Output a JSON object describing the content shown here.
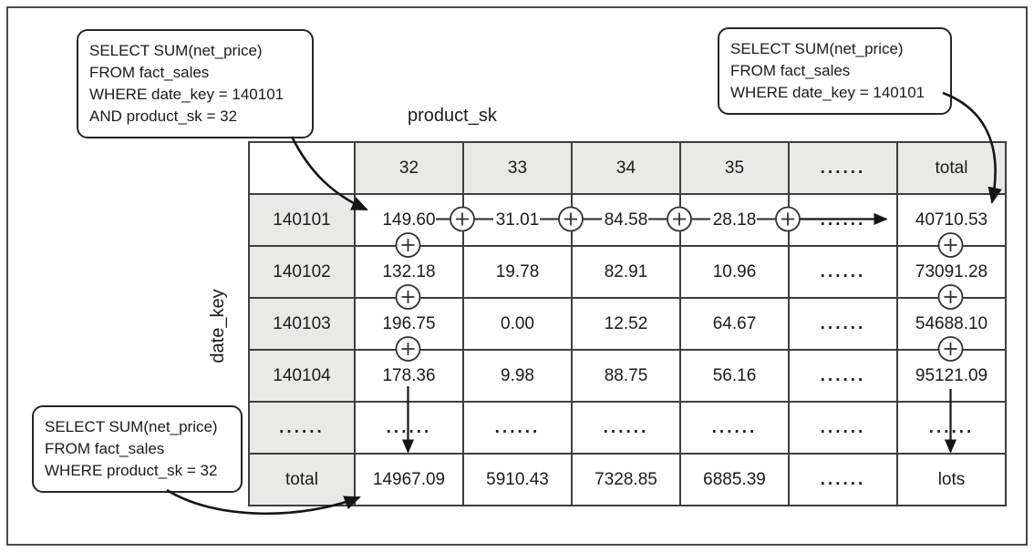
{
  "callouts": {
    "top_left": {
      "lines": [
        "SELECT SUM(net_price)",
        "FROM fact_sales",
        "WHERE date_key = 140101",
        "AND product_sk = 32"
      ]
    },
    "top_right": {
      "lines": [
        "SELECT SUM(net_price)",
        "FROM fact_sales",
        "WHERE date_key = 140101"
      ]
    },
    "bottom_left": {
      "lines": [
        "SELECT SUM(net_price)",
        "FROM fact_sales",
        "WHERE product_sk = 32"
      ]
    }
  },
  "axis_labels": {
    "column": "product_sk",
    "row": "date_key"
  },
  "table": {
    "col_headers": [
      "32",
      "33",
      "34",
      "35",
      "......",
      "total"
    ],
    "row_headers": [
      "140101",
      "140102",
      "140103",
      "140104",
      "......",
      "total"
    ],
    "rows": [
      [
        "149.60",
        "31.01",
        "84.58",
        "28.18",
        "......",
        "40710.53"
      ],
      [
        "132.18",
        "19.78",
        "82.91",
        "10.96",
        "......",
        "73091.28"
      ],
      [
        "196.75",
        "0.00",
        "12.52",
        "64.67",
        "......",
        "54688.10"
      ],
      [
        "178.36",
        "9.98",
        "88.75",
        "56.16",
        "......",
        "95121.09"
      ],
      [
        "......",
        "......",
        "......",
        "......",
        "......",
        "......"
      ],
      [
        "14967.09",
        "5910.43",
        "7328.85",
        "6885.39",
        "......",
        "lots"
      ]
    ]
  },
  "icons": {
    "sum_operator": "plus-in-circle",
    "arrowhead": "solid-triangle"
  },
  "colors": {
    "header_cell_bg": "#e9e9e7",
    "table_border": "#3e3e3e",
    "frame_border": "#4a4a4a",
    "ink": "#1b1b1b",
    "background": "#ffffff"
  }
}
